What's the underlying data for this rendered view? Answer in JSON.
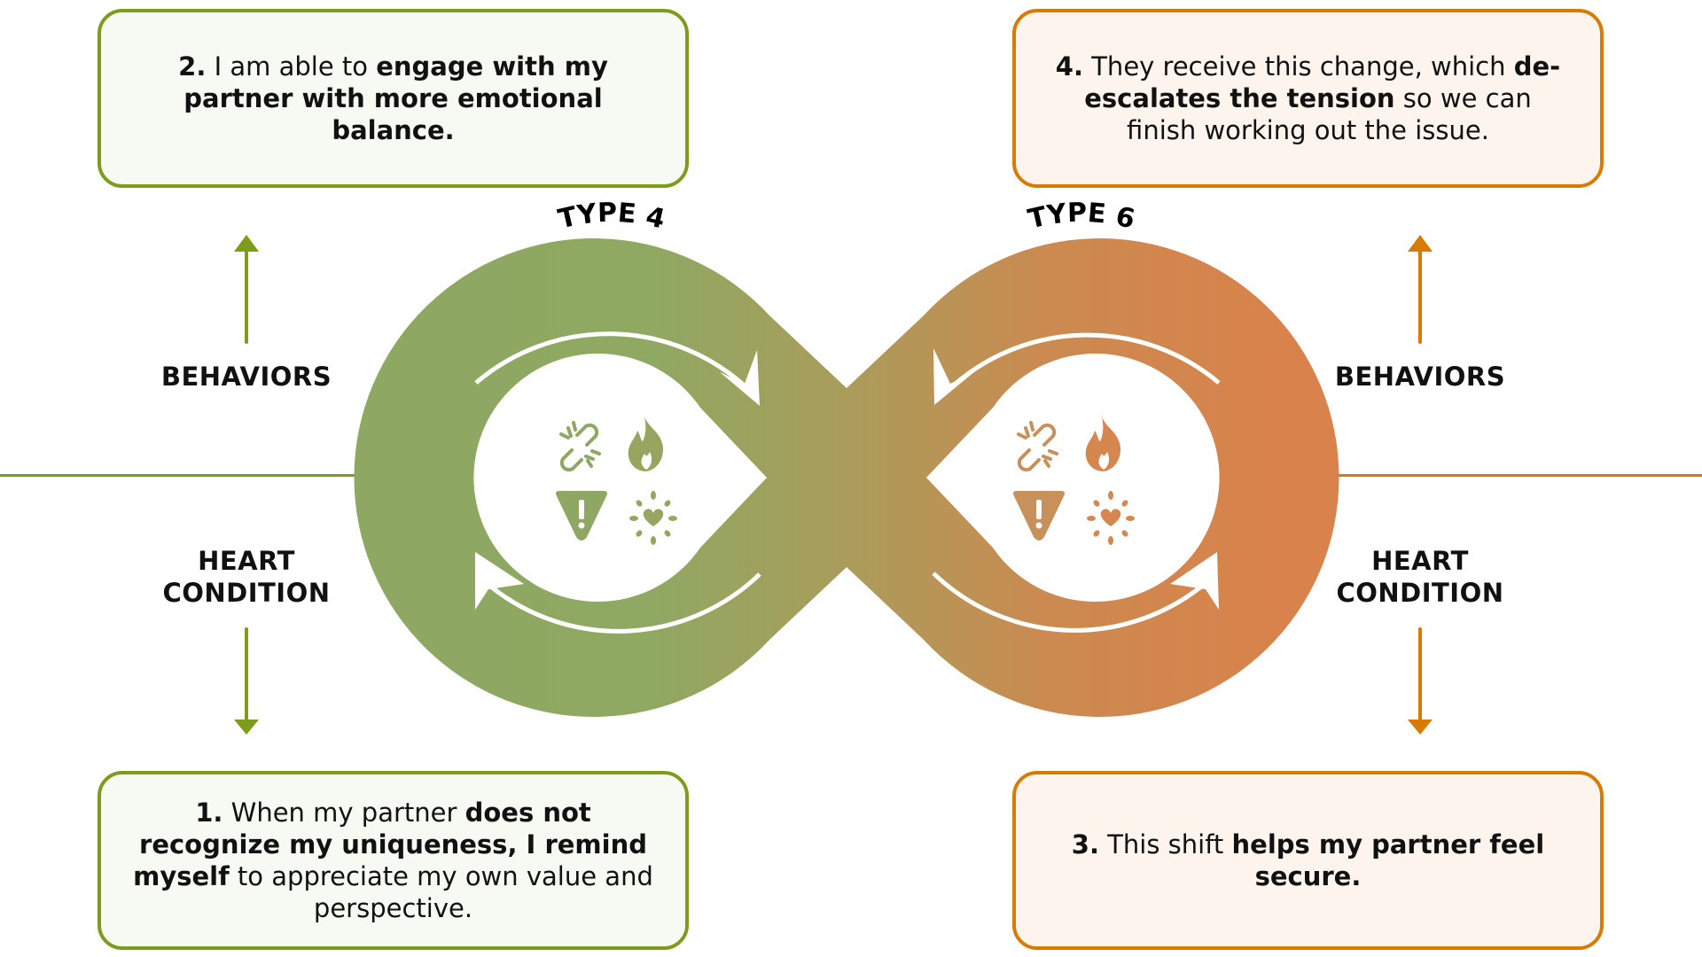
{
  "colors": {
    "green": "#7d9c1b",
    "green_fill": "#8ea863",
    "orange": "#d97a05",
    "orange_fill": "#d9824c",
    "green_box_bg": "#f7faf2",
    "orange_box_bg": "#fdf4ee"
  },
  "types": {
    "left": "TYPE 4",
    "right": "TYPE 6"
  },
  "side_labels": {
    "left_behaviors": "BEHAVIORS",
    "left_heart_line1": "HEART",
    "left_heart_line2": "CONDITION",
    "right_behaviors": "BEHAVIORS",
    "right_heart_line1": "HEART",
    "right_heart_line2": "CONDITION"
  },
  "boxes": {
    "step2": {
      "num": "2.",
      "parts": [
        " I am able to ",
        "engage with my partner with more emotional balance."
      ]
    },
    "step4": {
      "num": "4.",
      "parts": [
        " They receive this change, which ",
        "de-escalates the tension",
        " so we can finish working out the issue."
      ]
    },
    "step1": {
      "num": "1.",
      "parts": [
        " When my partner ",
        "does not recognize my uniqueness, I remind myself",
        " to appreciate my own value and perspective."
      ]
    },
    "step3": {
      "num": "3.",
      "parts": [
        " This shift ",
        "helps my partner feel secure."
      ]
    }
  },
  "icons": [
    "broken-link",
    "flame",
    "warning",
    "glowing-heart"
  ]
}
